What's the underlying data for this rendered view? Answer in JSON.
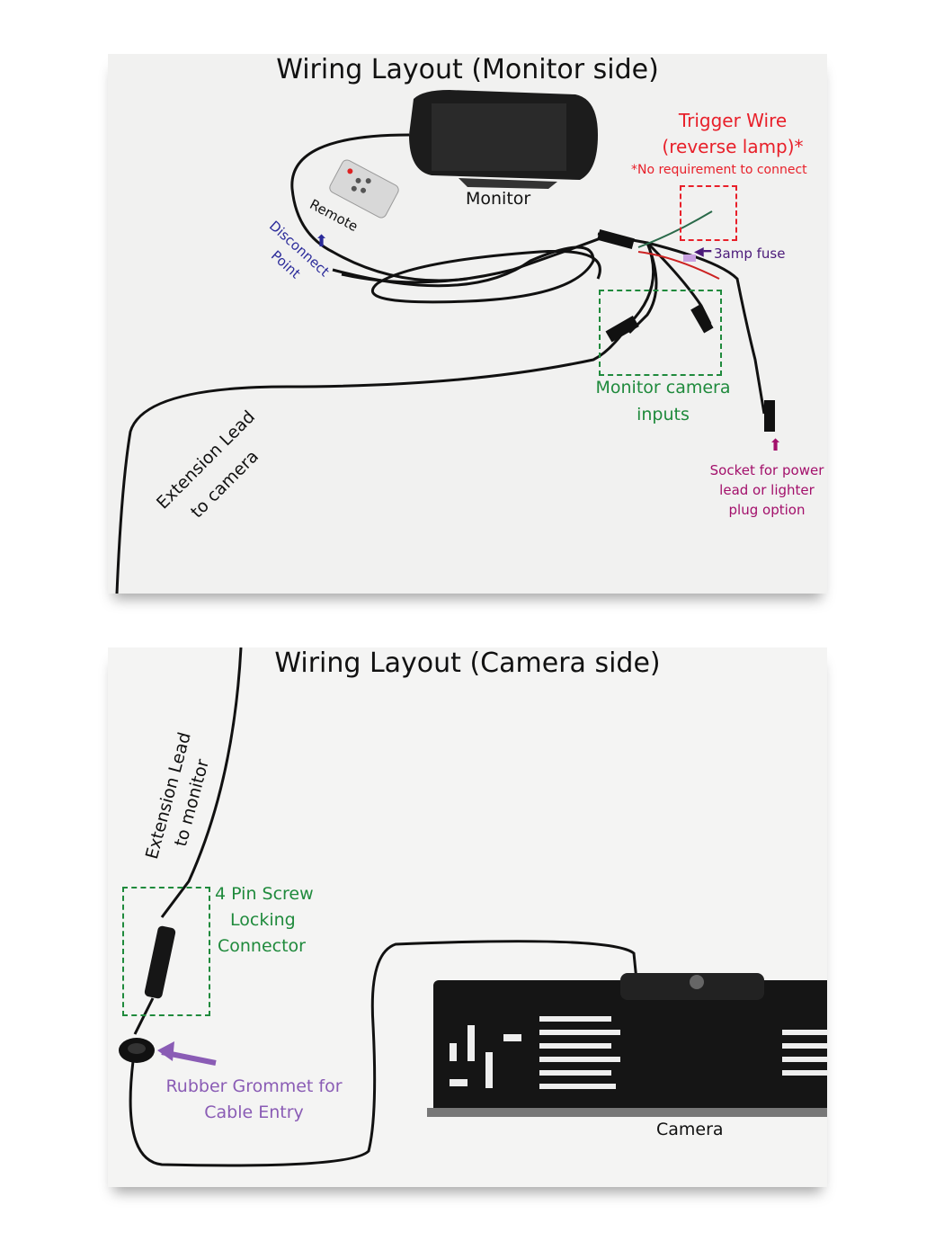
{
  "monitor_side": {
    "title": "Wiring Layout (Monitor side)",
    "monitor_label": "Monitor",
    "remote_label": "Remote",
    "disconnect_label": "Disconnect",
    "point_label": "Point",
    "trigger_title_1": "Trigger Wire",
    "trigger_title_2": "(reverse lamp)*",
    "trigger_note": "*No requirement to connect",
    "fuse_label": "3amp fuse",
    "camera_inputs_1": "Monitor camera",
    "camera_inputs_2": "inputs",
    "socket_1": "Socket for power",
    "socket_2": "lead or lighter",
    "socket_3": "plug option",
    "extension_1": "Extension Lead",
    "extension_2": "to camera"
  },
  "camera_side": {
    "title": "Wiring Layout (Camera side)",
    "extension_1": "Extension Lead",
    "extension_2": "to monitor",
    "connector_1": "4 Pin Screw",
    "connector_2": "Locking",
    "connector_3": "Connector",
    "grommet_1": "Rubber Grommet for",
    "grommet_2": "Cable Entry",
    "camera_label": "Camera"
  },
  "colors": {
    "red": "#e8202a",
    "green": "#1f8a3c",
    "navy": "#2b2b9a",
    "magenta": "#a3106b",
    "purple": "#8a5cb5"
  }
}
